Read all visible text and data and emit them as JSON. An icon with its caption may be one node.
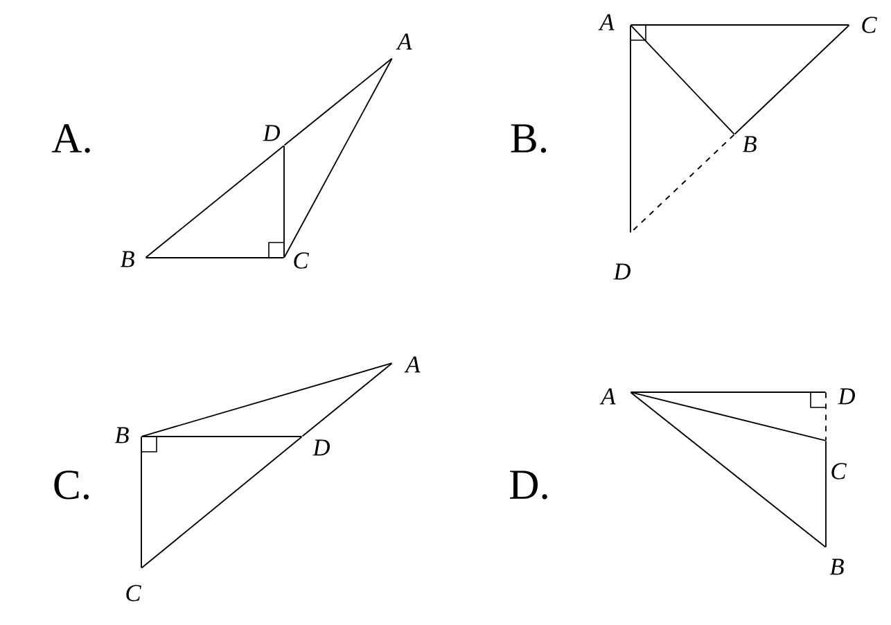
{
  "diagram": {
    "nodes": [
      {
        "text": [
          "A"
        ]
      },
      {
        "text": [
          "D"
        ]
      },
      {
        "text": [
          "B"
        ]
      },
      {
        "text": [
          "C"
        ]
      },
      {
        "text": [
          "A"
        ]
      },
      {
        "text": [
          "C"
        ]
      },
      {
        "text": [
          "B"
        ]
      },
      {
        "text": [
          "D"
        ]
      },
      {
        "text": [
          "A"
        ]
      },
      {
        "text": [
          "B"
        ]
      },
      {
        "text": [
          "D"
        ]
      },
      {
        "text": [
          "C"
        ]
      },
      {
        "text": [
          "A"
        ]
      },
      {
        "text": [
          "D"
        ]
      },
      {
        "text": [
          "C"
        ]
      },
      {
        "text": [
          "B"
        ]
      }
    ],
    "edges": [
      {
        "from": 2,
        "to": 1,
        "arrow": "none"
      },
      {
        "from": 1,
        "to": 0,
        "arrow": "none"
      },
      {
        "from": 2,
        "to": 3,
        "arrow": "none"
      },
      {
        "from": 1,
        "to": 3,
        "arrow": "none"
      },
      {
        "from": 3,
        "to": 0,
        "arrow": "none"
      },
      {
        "from": 4,
        "to": 5,
        "arrow": "none"
      },
      {
        "from": 4,
        "to": 6,
        "arrow": "none"
      },
      {
        "from": 4,
        "to": 7,
        "arrow": "none"
      },
      {
        "from": 5,
        "to": 6,
        "arrow": "none"
      },
      {
        "from": 6,
        "to": 7,
        "arrow": "none",
        "style": "dashed"
      },
      {
        "from": 9,
        "to": 8,
        "arrow": "none"
      },
      {
        "from": 9,
        "to": 10,
        "arrow": "none"
      },
      {
        "from": 9,
        "to": 11,
        "arrow": "none"
      },
      {
        "from": 11,
        "to": 10,
        "arrow": "none"
      },
      {
        "from": 10,
        "to": 8,
        "arrow": "none"
      },
      {
        "from": 12,
        "to": 13,
        "arrow": "none"
      },
      {
        "from": 12,
        "to": 14,
        "arrow": "none"
      },
      {
        "from": 12,
        "to": 15,
        "arrow": "none"
      },
      {
        "from": 13,
        "to": 14,
        "arrow": "none",
        "style": "dashed"
      },
      {
        "from": 14,
        "to": 15,
        "arrow": "none"
      }
    ],
    "labels": [
      "A.",
      "B.",
      "C.",
      "D."
    ]
  }
}
